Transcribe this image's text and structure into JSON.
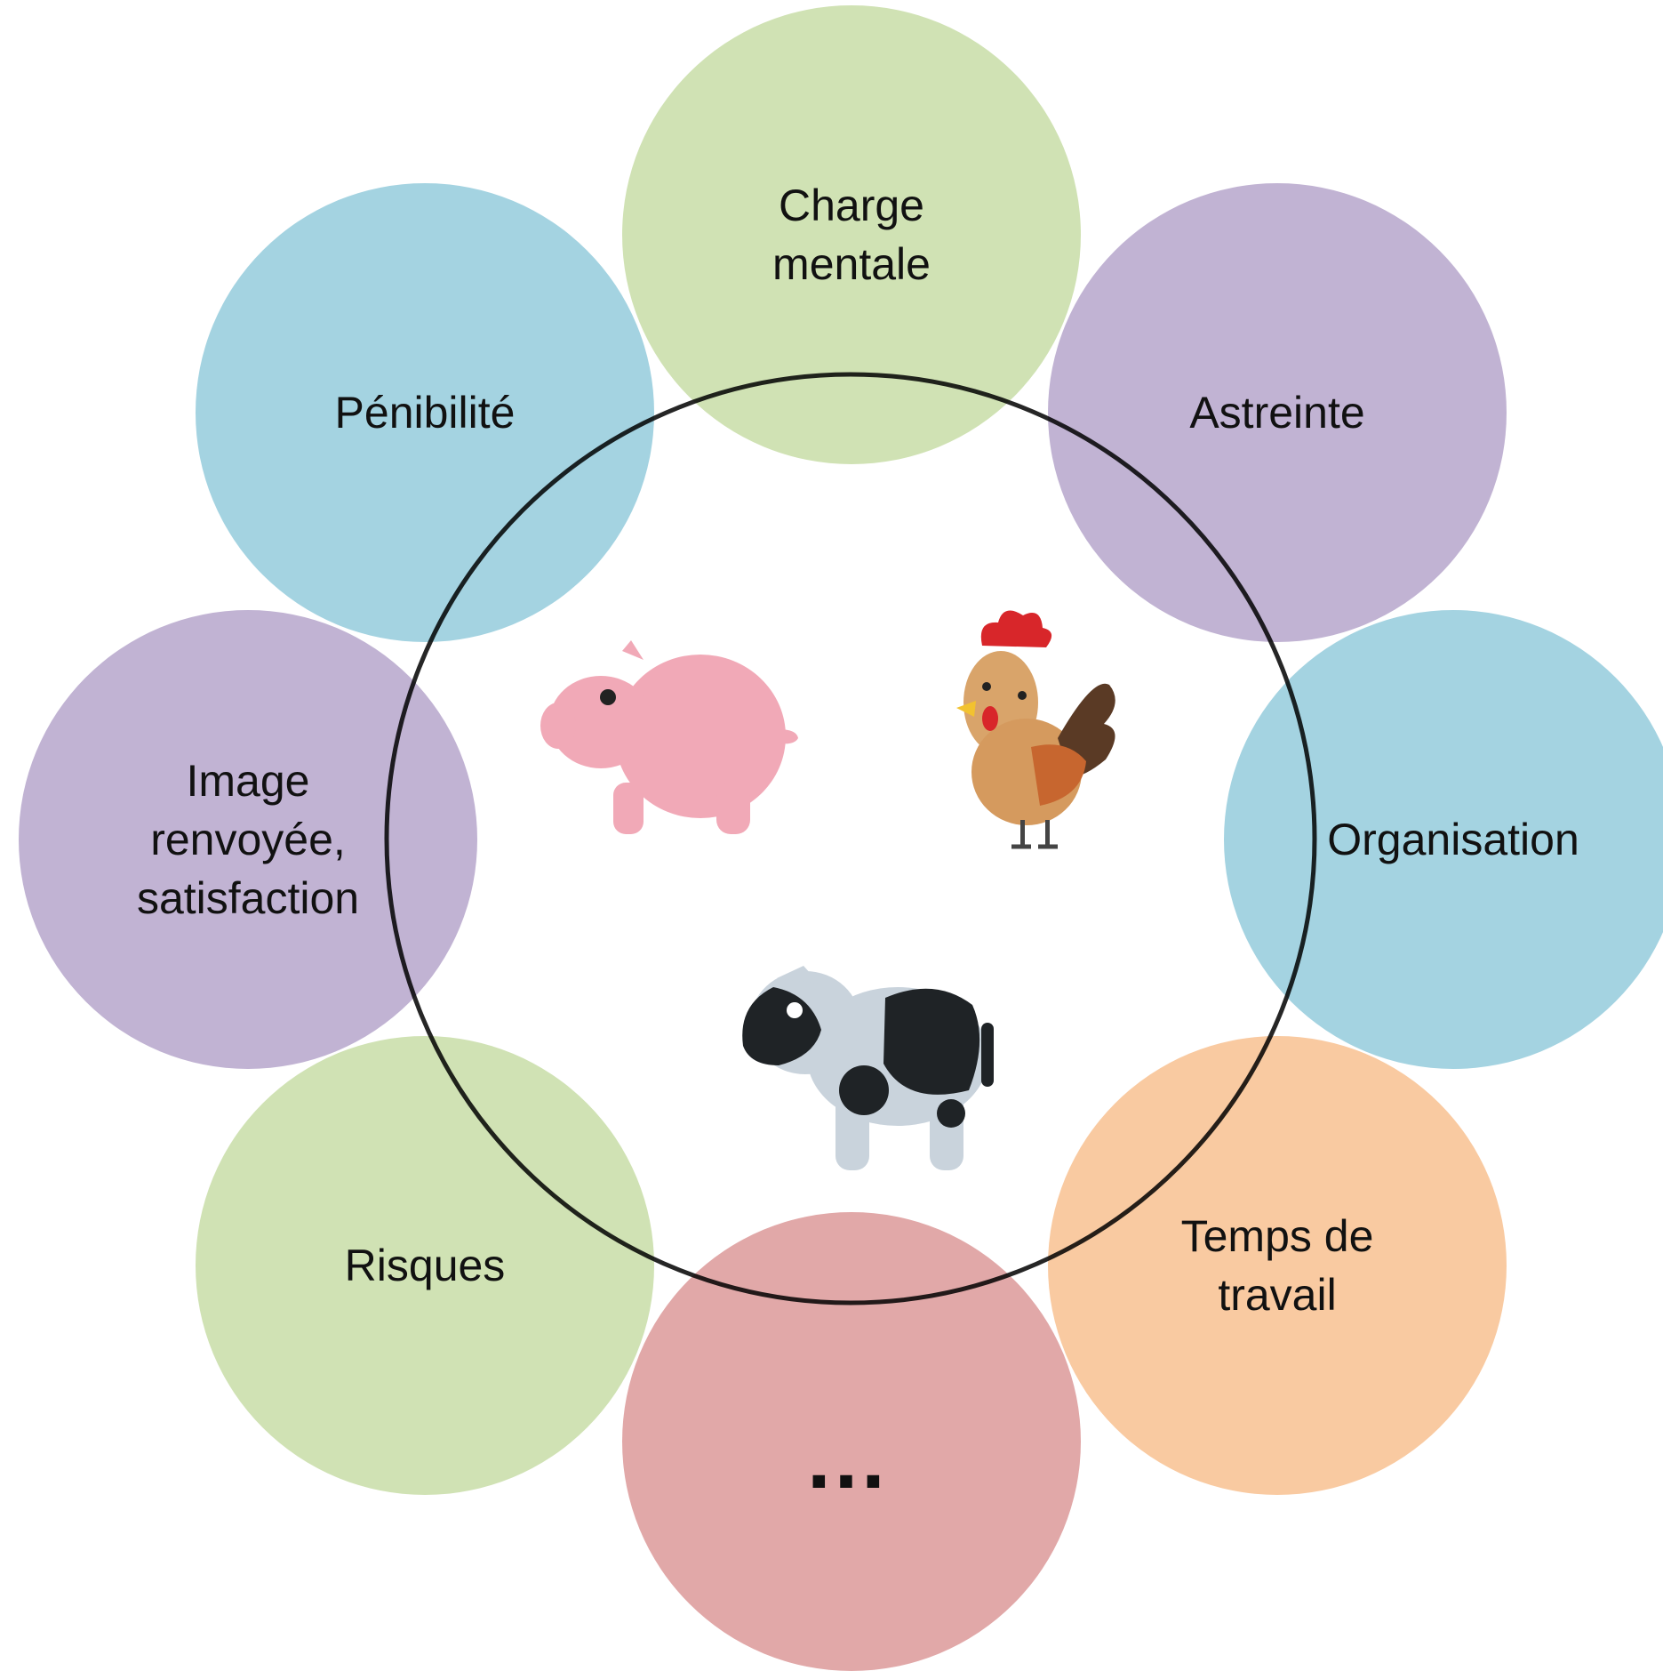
{
  "diagram": {
    "center_icons": [
      "pig-icon",
      "rooster-icon",
      "cow-icon"
    ],
    "nodes": [
      {
        "id": "charge-mentale",
        "label": "Charge\nmentale",
        "color": "#C3DA9F"
      },
      {
        "id": "astreinte",
        "label": "Astreinte",
        "color": "#AF9DC6"
      },
      {
        "id": "organisation",
        "label": "Organisation",
        "color": "#8BC7D8"
      },
      {
        "id": "temps-de-travail",
        "label": "Temps de\ntravail",
        "color": "#F7BB87"
      },
      {
        "id": "ellipsis",
        "label": "…",
        "color": "#D89090"
      },
      {
        "id": "risques",
        "label": "Risques",
        "color": "#C3DA9F"
      },
      {
        "id": "image-renvoyee",
        "label": "Image\nrenvoyée,\nsatisfaction",
        "color": "#AF9DC6"
      },
      {
        "id": "penibilite",
        "label": "Pénibilité",
        "color": "#8BC7D8"
      }
    ]
  }
}
